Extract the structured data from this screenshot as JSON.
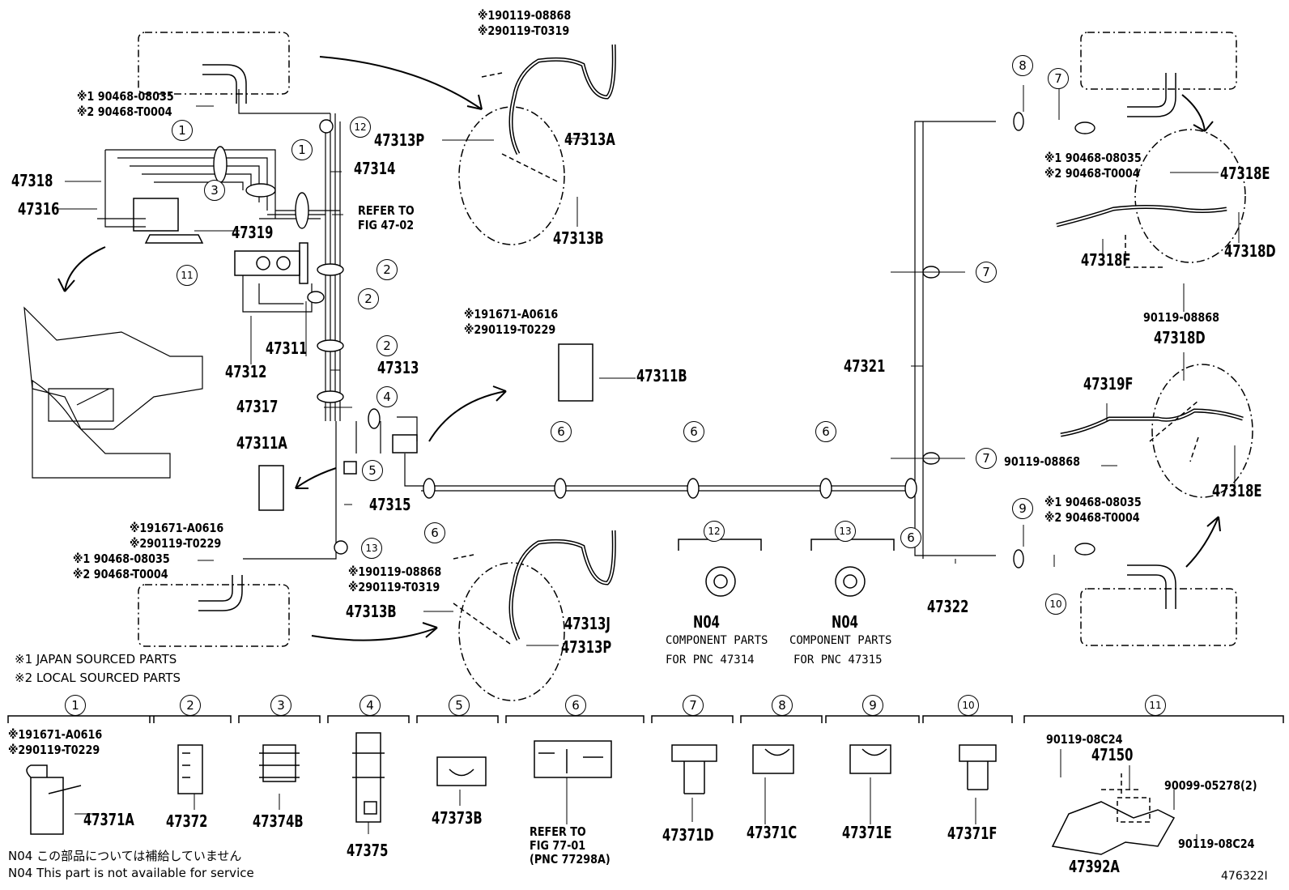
{
  "callouts": {
    "c1": "1",
    "c2": "2",
    "c3": "3",
    "c4": "4",
    "c5": "5",
    "c6": "6",
    "c7": "7",
    "c8": "8",
    "c9": "9",
    "c10": "10",
    "c11": "11",
    "c12": "12",
    "c13": "13"
  },
  "parts": {
    "p47318": "47318",
    "p47316": "47316",
    "p47319": "47319",
    "p47314": "47314",
    "p47311": "47311",
    "p47312": "47312",
    "p47313": "47313",
    "p47317": "47317",
    "p47315": "47315",
    "p47311A": "47311A",
    "p47313P_top": "47313P",
    "p47313A": "47313A",
    "p47313B_top": "47313B",
    "p47311B": "47311B",
    "p47313B_bot": "47313B",
    "p47313J": "47313J",
    "p47313P_bot": "47313P",
    "p47321": "47321",
    "p47322": "47322",
    "p47318E": "47318E",
    "p47318F": "47318F",
    "p47318D_top": "47318D",
    "p47318D_mid": "47318D",
    "p47319F": "47319F",
    "p47318E_bot": "47318E",
    "p90119_08868_r1": "90119-08868",
    "p90119_08868_r2": "90119-08868",
    "n04_a": "N04",
    "n04_b": "N04",
    "p47371A": "47371A",
    "p47372": "47372",
    "p47374B": "47374B",
    "p47375": "47375",
    "p47373B": "47373B",
    "p47371D": "47371D",
    "p47371C": "47371C",
    "p47371E": "47371E",
    "p47371F": "47371F",
    "p47392A": "47392A",
    "p47150": "47150"
  },
  "refs": {
    "r_topL_1": "※1 90468-08035",
    "r_topL_2": "※2 90468-T0004",
    "r_topC_1": "※190119-08868",
    "r_topC_2": "※290119-T0319",
    "r_refer1": "REFER TO",
    "r_refer2": "FIG 47-02",
    "r_midC_1": "※191671-A0616",
    "r_midC_2": "※290119-T0229",
    "r_left_1": "※191671-A0616",
    "r_left_2": "※290119-T0229",
    "r_botL_1": "※1 90468-08035",
    "r_botL_2": "※2 90468-T0004",
    "r_botC_1": "※190119-08868",
    "r_botC_2": "※290119-T0319",
    "r_topR_1": "※1 90468-08035",
    "r_topR_2": "※2 90468-T0004",
    "r_botR_1": "※1 90468-08035",
    "r_botR_2": "※2 90468-T0004",
    "r_c1_1": "※191671-A0616",
    "r_c1_2": "※290119-T0229",
    "r_c6_1": "REFER TO",
    "r_c6_2": "FIG 77-01",
    "r_c6_3": "(PNC 77298A)",
    "r_c11_a": "90119-08C24",
    "r_c11_b": "90099-05278(2)",
    "r_c11_c": "90119-08C24"
  },
  "components": {
    "cp1_1": "COMPONENT PARTS",
    "cp1_2": "FOR PNC 47314",
    "cp2_1": "COMPONENT PARTS",
    "cp2_2": "FOR PNC 47315"
  },
  "notes": {
    "japan": "※1 JAPAN SOURCED PARTS",
    "local": "※2 LOCAL SOURCED PARTS",
    "n04_jp": "N04 この部品については補給していません",
    "n04_en": "N04 This part is not available for service",
    "fig_id": "476322I"
  }
}
